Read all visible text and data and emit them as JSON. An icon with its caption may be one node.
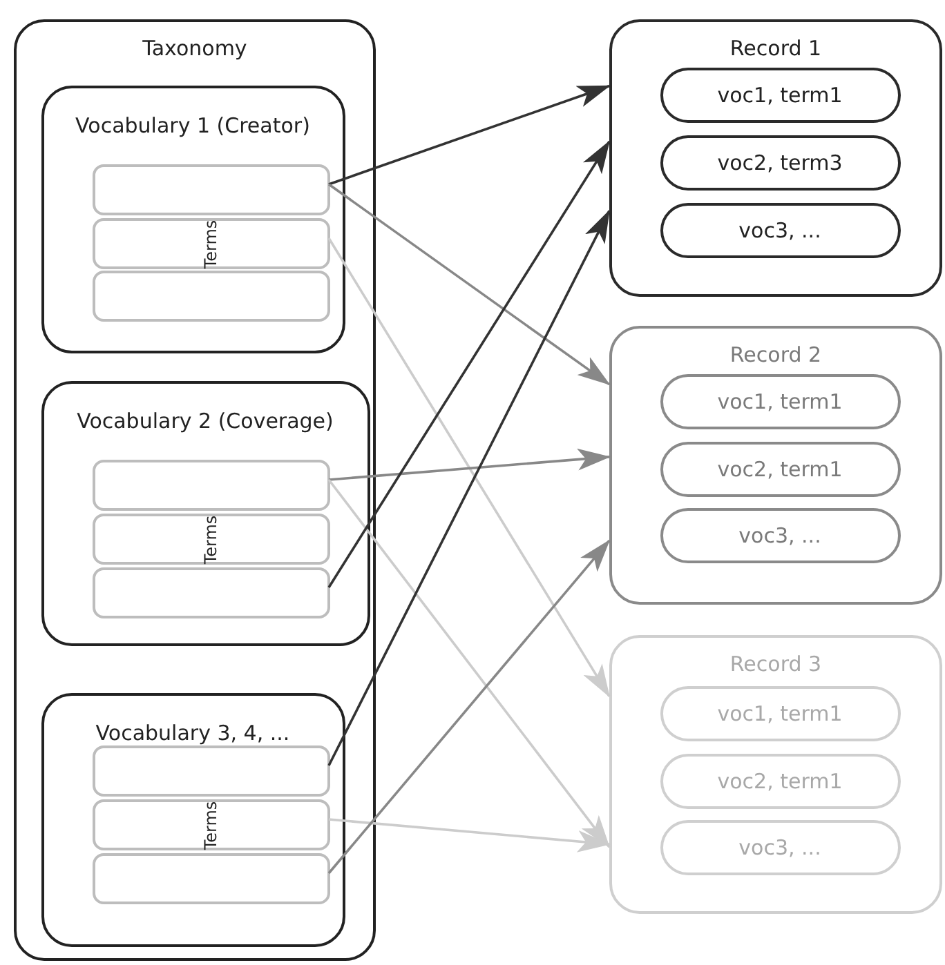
{
  "diagram": {
    "nodes": [
      {
        "text": [
          "Taxonomy"
        ]
      },
      {
        "text": [
          "Vocabulary 1 (Creator)"
        ],
        "in": 0
      },
      {
        "text": [],
        "shape": "box",
        "in": 1
      },
      {
        "text": [
          "Terms"
        ],
        "in": 1
      },
      {
        "text": [],
        "shape": "box",
        "in": 1
      },
      {
        "text": [
          "Vocabulary 2 (Coverage)"
        ],
        "in": 0
      },
      {
        "text": [],
        "shape": "box",
        "in": 5
      },
      {
        "text": [
          "Terms"
        ],
        "in": 5
      },
      {
        "text": [],
        "shape": "box",
        "in": 5
      },
      {
        "text": [
          "Vocabulary 3, 4, ..."
        ],
        "in": 0
      },
      {
        "text": [],
        "shape": "box",
        "in": 9
      },
      {
        "text": [
          "Terms"
        ],
        "in": 9
      },
      {
        "text": [],
        "shape": "box",
        "in": 9
      },
      {
        "text": [
          "Record 1"
        ]
      },
      {
        "text": [
          "voc1, term1"
        ],
        "in": 13
      },
      {
        "text": [
          "voc2, term3"
        ],
        "in": 13
      },
      {
        "text": [
          "voc3, ..."
        ],
        "in": 13
      },
      {
        "text": [
          "Record 2"
        ]
      },
      {
        "text": [
          "voc1, term1"
        ],
        "in": 17
      },
      {
        "text": [
          "voc2, term1"
        ],
        "in": 17
      },
      {
        "text": [
          "voc3, ..."
        ],
        "in": 17
      },
      {
        "text": [
          "Record 3"
        ]
      },
      {
        "text": [
          "voc1, term1"
        ],
        "in": 21
      },
      {
        "text": [
          "voc2, term1"
        ],
        "in": 21
      },
      {
        "text": [
          "voc3, ..."
        ],
        "in": 21
      }
    ],
    "edges": [
      {
        "from": 2,
        "to": 13,
        "arrow": "to",
        "color": "#333333"
      },
      {
        "from": 2,
        "to": 17,
        "arrow": "to",
        "color": "#888888"
      },
      {
        "from": 3,
        "to": 21,
        "arrow": "to",
        "color": "#cccccc"
      },
      {
        "from": 6,
        "to": 17,
        "arrow": "to",
        "color": "#888888"
      },
      {
        "from": 6,
        "to": 21,
        "arrow": "to",
        "color": "#cccccc"
      },
      {
        "from": 8,
        "to": 13,
        "arrow": "to",
        "color": "#333333"
      },
      {
        "from": 10,
        "to": 13,
        "arrow": "to",
        "color": "#333333"
      },
      {
        "from": 11,
        "to": 21,
        "arrow": "to",
        "color": "#cccccc"
      },
      {
        "from": 12,
        "to": 17,
        "arrow": "to",
        "color": "#888888"
      }
    ]
  }
}
